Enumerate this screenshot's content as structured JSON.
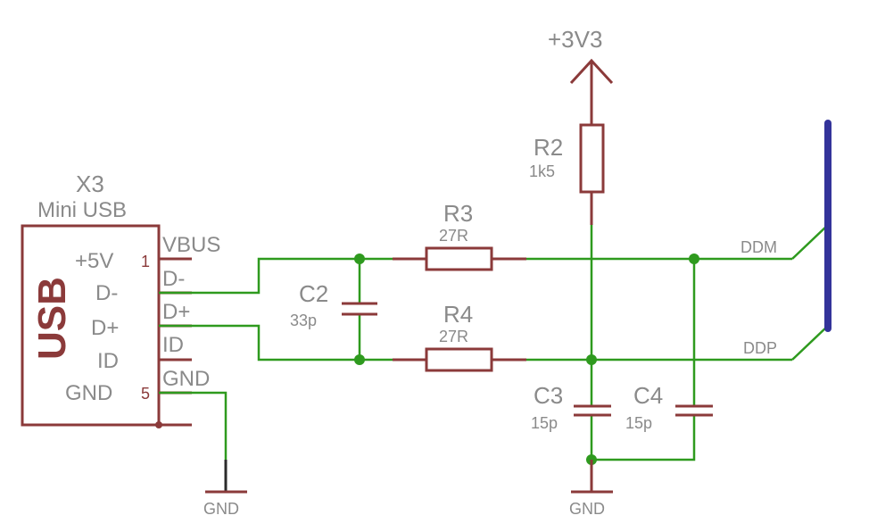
{
  "supply": {
    "label": "+3V3"
  },
  "connector": {
    "ref": "X3",
    "value": "Mini USB",
    "body_text": "USB",
    "inner_labels": [
      "+5V",
      "D-",
      "D+",
      "ID",
      "GND"
    ],
    "pin_numbers": [
      "1",
      "5"
    ],
    "signal_labels": [
      "VBUS",
      "D-",
      "D+",
      "ID",
      "GND"
    ]
  },
  "resistors": [
    {
      "ref": "R2",
      "value": "1k5"
    },
    {
      "ref": "R3",
      "value": "27R"
    },
    {
      "ref": "R4",
      "value": "27R"
    }
  ],
  "capacitors": [
    {
      "ref": "C2",
      "value": "33p"
    },
    {
      "ref": "C3",
      "value": "15p"
    },
    {
      "ref": "C4",
      "value": "15p"
    }
  ],
  "nets": {
    "ddm": "DDM",
    "ddp": "DDP"
  },
  "grounds": [
    "GND",
    "GND"
  ],
  "colors": {
    "part": "#8b3a3a",
    "wire": "#2e9a1e",
    "bus": "#33339a",
    "text": "#8a8a8a"
  }
}
